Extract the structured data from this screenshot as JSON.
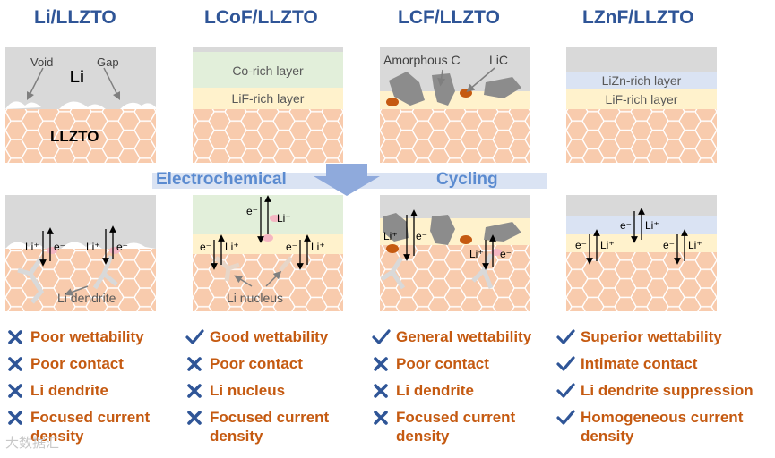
{
  "columns": [
    {
      "title": "Li/LLZTO",
      "top_labels": {
        "void": "Void",
        "gap": "Gap",
        "li": "Li",
        "llzto": "LLZTO"
      },
      "bottom_labels": {
        "li_plus_1": "Li⁺",
        "e_minus_1": "e⁻",
        "li_plus_2": "Li⁺",
        "e_minus_2": "e⁻",
        "dendrite": "Li dendrite"
      },
      "features": [
        {
          "mark": "cross",
          "text": "Poor wettability"
        },
        {
          "mark": "cross",
          "text": "Poor contact"
        },
        {
          "mark": "cross",
          "text": "Li dendrite"
        },
        {
          "mark": "cross",
          "text": "Focused current density"
        }
      ]
    },
    {
      "title": "LCoF/LLZTO",
      "top_labels": {
        "layer1": "Co-rich layer",
        "layer2": "LiF-rich layer"
      },
      "bottom_labels": {
        "e_top": "e⁻",
        "li_top": "Li⁺",
        "e_left": "e⁻",
        "li_left": "Li⁺",
        "e_right": "e⁻",
        "li_right": "Li⁺",
        "nucleus": "Li nucleus"
      },
      "features": [
        {
          "mark": "check",
          "text": "Good wettability"
        },
        {
          "mark": "cross",
          "text": "Poor contact"
        },
        {
          "mark": "cross",
          "text": "Li nucleus"
        },
        {
          "mark": "cross",
          "text": "Focused current density"
        }
      ]
    },
    {
      "title": "LCF/LLZTO",
      "top_labels": {
        "amorphous": "Amorphous C",
        "lic": "LiC"
      },
      "bottom_labels": {
        "li_plus_1": "Li⁺",
        "e_minus_1": "e⁻",
        "li_plus_2": "Li⁺",
        "e_minus_2": "e⁻"
      },
      "features": [
        {
          "mark": "check",
          "text": "General wettability"
        },
        {
          "mark": "cross",
          "text": "Poor contact"
        },
        {
          "mark": "cross",
          "text": "Li dendrite"
        },
        {
          "mark": "cross",
          "text": "Focused current density"
        }
      ]
    },
    {
      "title": "LZnF/LLZTO",
      "top_labels": {
        "layer1": "LiZn-rich layer",
        "layer2": "LiF-rich layer"
      },
      "bottom_labels": {
        "e_top": "e⁻",
        "li_top": "Li⁺",
        "e_left": "e⁻",
        "li_left": "Li⁺",
        "e_right": "e⁻",
        "li_right": "Li⁺"
      },
      "features": [
        {
          "mark": "check",
          "text": "Superior wettability"
        },
        {
          "mark": "check",
          "text": "Intimate contact"
        },
        {
          "mark": "check",
          "text": "Li dendrite suppression"
        },
        {
          "mark": "check",
          "text": "Homogeneous current density"
        }
      ]
    }
  ],
  "process": {
    "left": "Electrochemical",
    "right": "Cycling"
  },
  "watermark": "大数据汇",
  "colors": {
    "title": "#2f5597",
    "feature_text": "#c55a11",
    "mark": "#2f5597",
    "llzto": "#f8cbad",
    "li": "#d9d9d9",
    "co_layer": "#e2efda",
    "lif_layer": "#fff2cc",
    "lizn_layer": "#dae3f3",
    "process": "#8faadc"
  }
}
